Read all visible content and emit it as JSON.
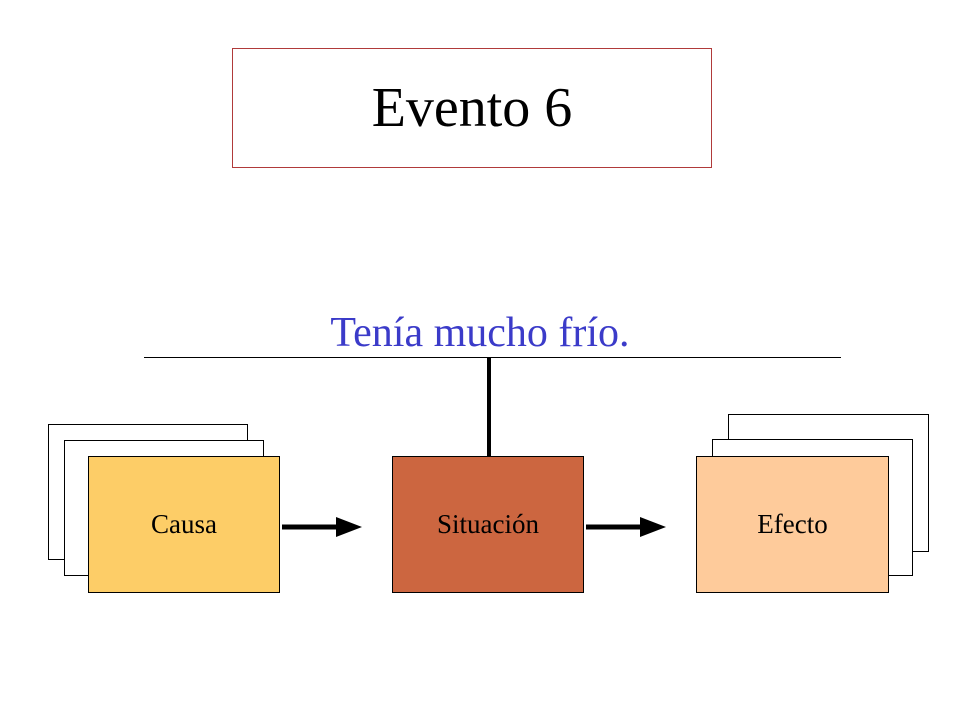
{
  "title": "Evento 6",
  "sentence": "Tenía mucho frío.",
  "nodes": {
    "cause": {
      "label": "Causa",
      "color": "#fdcd67"
    },
    "situation": {
      "label": "Situación",
      "color": "#cc6640"
    },
    "effect": {
      "label": "Efecto",
      "color": "#fecb9b"
    }
  },
  "colors": {
    "title_border": "#b03a3a",
    "sentence": "#3b3bc9"
  }
}
